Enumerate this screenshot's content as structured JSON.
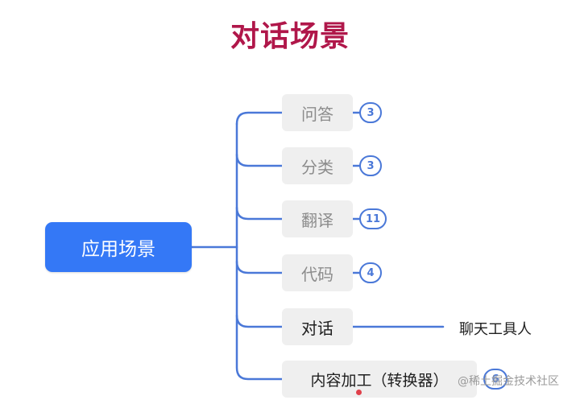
{
  "title": "对话场景",
  "root": {
    "label": "应用场景"
  },
  "branches": [
    {
      "label": "问答",
      "badge": "3"
    },
    {
      "label": "分类",
      "badge": "3"
    },
    {
      "label": "翻译",
      "badge": "11"
    },
    {
      "label": "代码",
      "badge": "4"
    },
    {
      "label": "对话",
      "badge": ""
    },
    {
      "label": "内容加工（转换器）",
      "badge": "6"
    }
  ],
  "dialog_leaf": {
    "label": "聊天工具人"
  },
  "watermark": "@稀土掘金技术社区",
  "colors": {
    "title": "#b0174a",
    "root": "#3478f6",
    "connector": "#4a78d8",
    "node_bg": "#efefef"
  }
}
